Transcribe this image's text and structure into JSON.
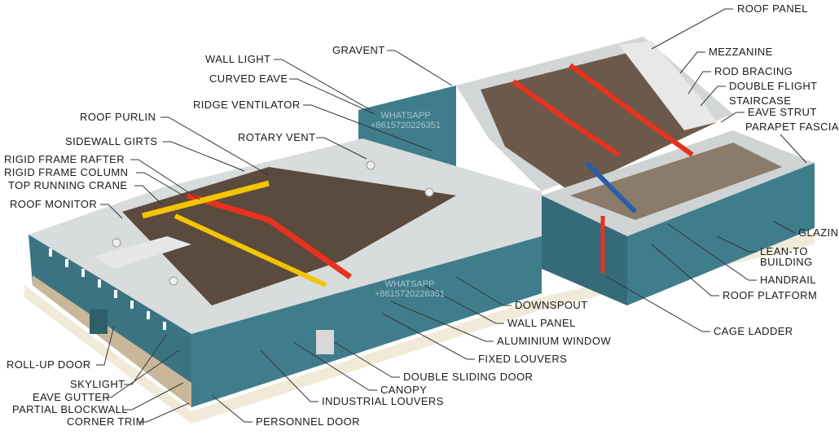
{
  "labels": {
    "roof_panel": "ROOF PANEL",
    "mezzanine": "MEZZANINE",
    "rod_bracing": "ROD BRACING",
    "double_flight": "DOUBLE FLIGHT",
    "staircase": "STAIRCASE",
    "eave_strut": "EAVE STRUT",
    "parapet_fascia": "PARAPET FASCIA",
    "glazing": "GLAZIN",
    "lean_to": "LEAN-TO",
    "building": "BUILDING",
    "handrail": "HANDRAIL",
    "roof_platform": "ROOF PLATFORM",
    "cage_ladder": "CAGE LADDER",
    "downspout": "DOWNSPOUT",
    "wall_panel": "WALL PANEL",
    "aluminium_window": "ALUMINIUM WINDOW",
    "fixed_louvers": "FIXED LOUVERS",
    "double_sliding_door": "DOUBLE SLIDING DOOR",
    "canopy": "CANOPY",
    "industrial_louvers": "INDUSTRIAL LOUVERS",
    "personnel_door": "PERSONNEL DOOR",
    "corner_trim": "CORNER TRIM",
    "partial_blockwall": "PARTIAL BLOCKWALL",
    "eave_gutter": "EAVE GUTTER",
    "skylight": "SKYLIGHT",
    "roll_up_door": "ROLL-UP DOOR",
    "roof_monitor": "ROOF MONITOR",
    "top_running_crane": "TOP RUNNING CRANE",
    "rigid_frame_column": "RIGID FRAME COLUMN",
    "rigid_frame_rafter": "RIGID FRAME RAFTER",
    "sidewall_girts": "SIDEWALL GIRTS",
    "roof_purlin": "ROOF PURLIN",
    "wall_light": "WALL LIGHT",
    "curved_eave": "CURVED EAVE",
    "ridge_ventilator": "RIDGE VENTILATOR",
    "rotary_vent": "ROTARY VENT",
    "gravent": "GRAVENT"
  },
  "watermark": {
    "line1": "WHATSAPP",
    "line2": "+8615720226351"
  },
  "colors": {
    "wall": "#3f7d8c",
    "roof": "#d9dcdc",
    "frame": "#e8321e",
    "crane": "#f2c500"
  }
}
